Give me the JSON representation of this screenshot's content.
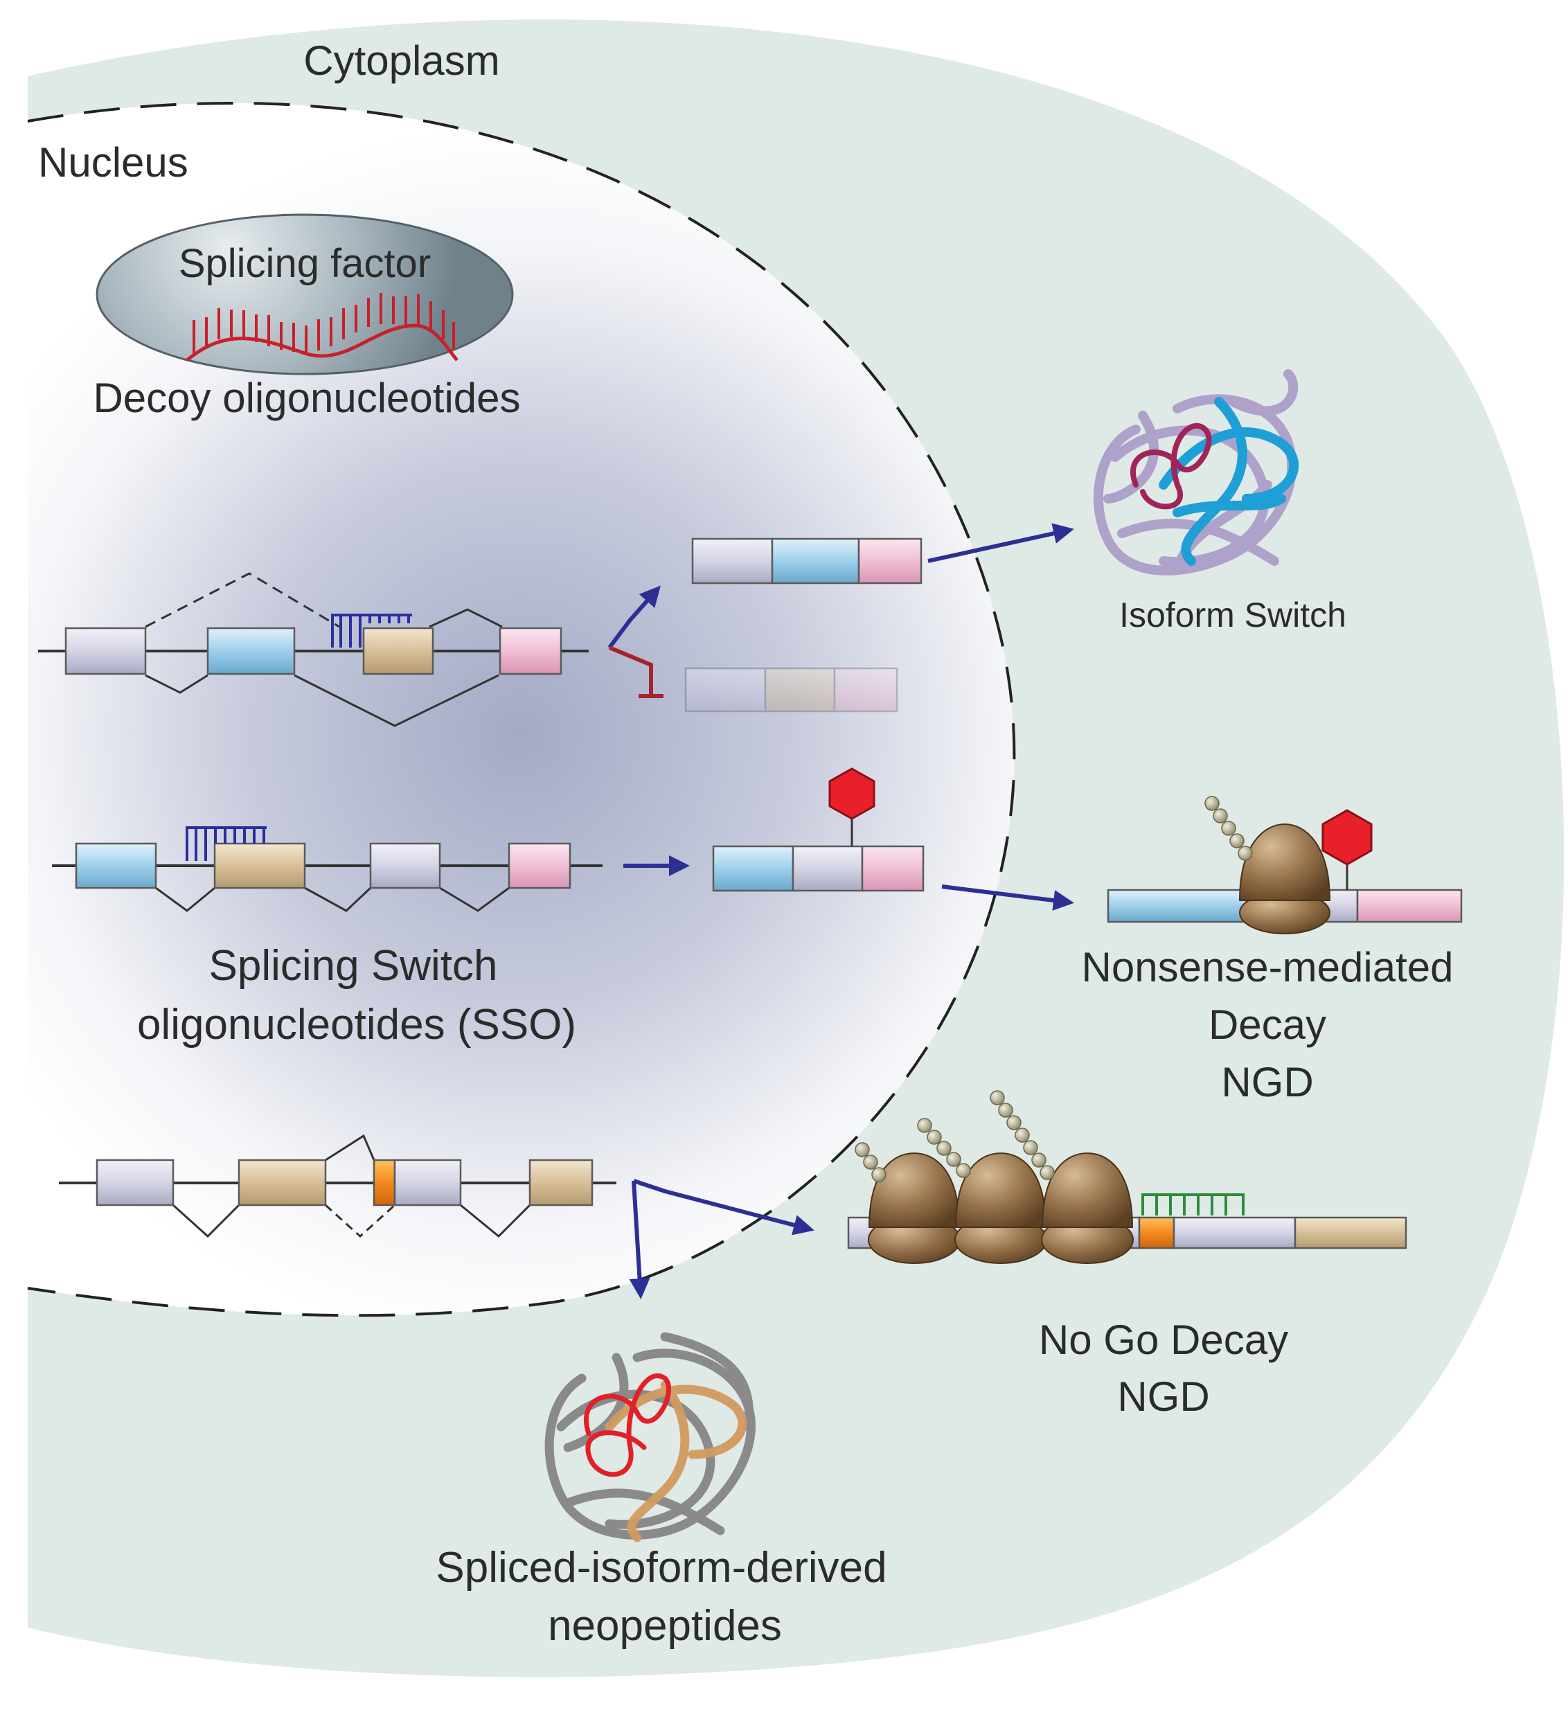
{
  "compartments": {
    "cytoplasm": "Cytoplasm",
    "nucleus": "Nucleus"
  },
  "labels": {
    "splicing_factor": "Splicing factor",
    "decoy": "Decoy oligonucleotides",
    "isoform_switch": "Isoform Switch",
    "sso_line1": "Splicing Switch",
    "sso_line2": "oligonucleotides (SSO)",
    "nmd_line1": "Nonsense-mediated",
    "nmd_line2": "Decay",
    "nmd_line3": "NGD",
    "ngd_line1": "No Go Decay",
    "ngd_line2": "NGD",
    "neo_line1": "Spliced-isoform-derived",
    "neo_line2": "neopeptides"
  },
  "colors": {
    "cytoplasm": "#dfeae6",
    "nucleus_center": "#aab0cb",
    "exon_lavender": "#d6d6e8",
    "exon_blue": "#9fd0ea",
    "exon_tan": "#d9c19a",
    "exon_pink": "#efbfd6",
    "exon_orange": "#f08a1e",
    "decoy_red": "#c8202a",
    "sso_blue": "#2a2ea0",
    "arrow_blue": "#2d2f95",
    "inhibit_red": "#a3262c",
    "stop_red": "#e8202a",
    "ribosome": "#8a6a45",
    "ngd_green": "#2e8b3e"
  }
}
